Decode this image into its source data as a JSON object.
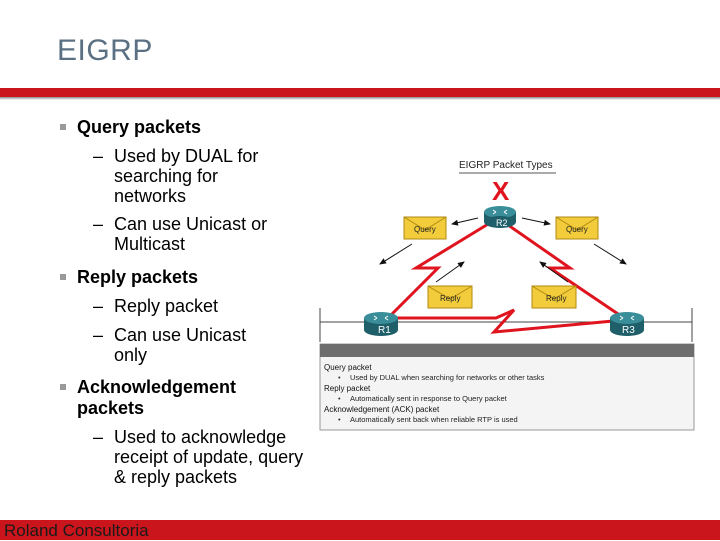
{
  "title": "EIGRP",
  "bullets": [
    {
      "label": "Query packets",
      "subs": [
        "Used by DUAL for searching for networks",
        "Can use Unicast or Multicast"
      ]
    },
    {
      "label": "Reply packets",
      "subs": [
        "Reply packet",
        "Can use Unicast only"
      ]
    },
    {
      "label": "Acknowledgement packets",
      "subs": [
        "Used to acknowledge receipt of update, query & reply packets"
      ]
    }
  ],
  "diagram": {
    "heading": "EIGRP Packet Types",
    "failure_mark": "X",
    "routers": [
      "R2",
      "R1",
      "R3"
    ],
    "envelopes": {
      "query": "Query",
      "reply": "Reply"
    },
    "legend": [
      {
        "term": "Query packet",
        "note": "Used by DUAL when searching for networks or other tasks"
      },
      {
        "term": "Reply packet",
        "note": "Automatically sent in response to Query packet"
      },
      {
        "term": "Acknowledgement (ACK) packet",
        "note": "Automatically sent back when reliable RTP is used"
      }
    ]
  },
  "footer": "Roland Consultoria",
  "colors": {
    "title": "#5b7082",
    "accent": "#c9151b",
    "link": "#e0141e",
    "router": "#2f7c86",
    "envelope": "#f2cc3a"
  },
  "icons": [
    "router-icon",
    "envelope-icon",
    "x-mark-icon",
    "arrow-icon",
    "lightning-link-icon"
  ]
}
